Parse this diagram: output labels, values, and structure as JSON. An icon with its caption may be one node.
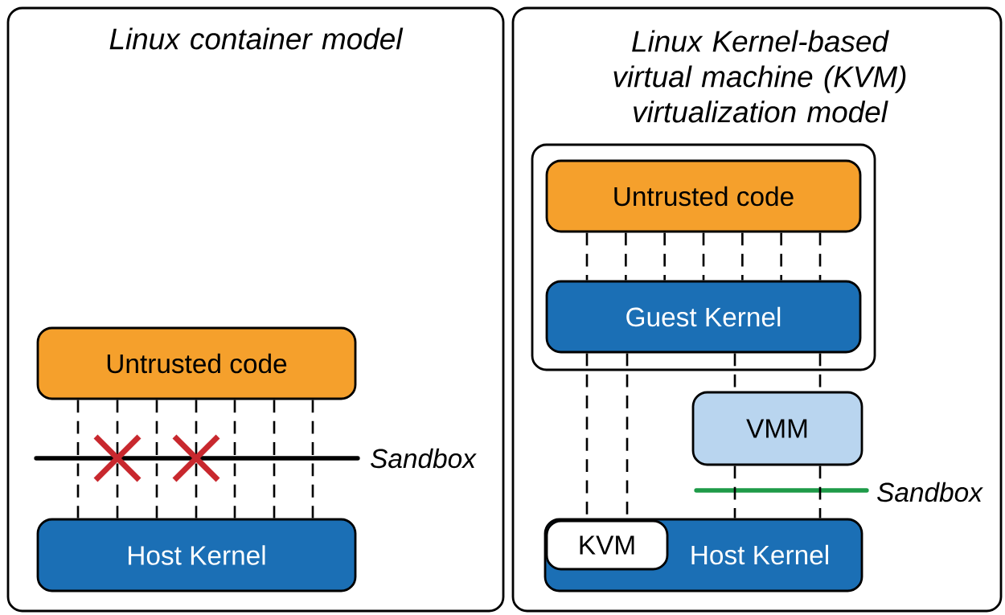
{
  "diagram": {
    "nodes": [
      {
        "text": [
          "Linux container model"
        ]
      },
      {
        "text": [
          "Untrusted code"
        ],
        "in": 0
      },
      {
        "text": [
          "Host Kernel"
        ],
        "in": 0
      },
      {
        "text": [
          "Linux Kernel-based virtual machine (KVM) virtualization model"
        ]
      },
      {
        "text": [],
        "shape": "box",
        "in": 3
      },
      {
        "text": [
          "Untrusted code"
        ],
        "in": 4
      },
      {
        "text": [
          "Guest Kernel"
        ],
        "in": 4
      },
      {
        "text": [
          "VMM"
        ],
        "in": 3
      },
      {
        "text": [
          "Host Kernel"
        ],
        "in": 3
      },
      {
        "text": [
          "KVM"
        ],
        "in": 8
      }
    ],
    "edges": [
      {
        "from": 1,
        "to": 2,
        "arrow": "none",
        "style": "dashed"
      },
      {
        "from": 1,
        "to": 2,
        "arrow": "none",
        "style": "dashed"
      },
      {
        "from": 1,
        "to": 2,
        "arrow": "none",
        "style": "dashed"
      },
      {
        "from": 1,
        "to": 2,
        "arrow": "none",
        "style": "dashed"
      },
      {
        "from": 1,
        "to": 2,
        "arrow": "none",
        "style": "dashed"
      },
      {
        "from": 1,
        "to": 2,
        "arrow": "none",
        "style": "dashed"
      },
      {
        "from": 1,
        "to": 2,
        "arrow": "none",
        "style": "dashed"
      },
      {
        "from": 5,
        "to": 6,
        "arrow": "none",
        "style": "dashed"
      },
      {
        "from": 5,
        "to": 6,
        "arrow": "none",
        "style": "dashed"
      },
      {
        "from": 5,
        "to": 6,
        "arrow": "none",
        "style": "dashed"
      },
      {
        "from": 5,
        "to": 6,
        "arrow": "none",
        "style": "dashed"
      },
      {
        "from": 5,
        "to": 6,
        "arrow": "none",
        "style": "dashed"
      },
      {
        "from": 5,
        "to": 6,
        "arrow": "none",
        "style": "dashed"
      },
      {
        "from": 5,
        "to": 6,
        "arrow": "none",
        "style": "dashed"
      },
      {
        "from": 6,
        "to": 9,
        "arrow": "none",
        "style": "dashed"
      },
      {
        "from": 6,
        "to": 9,
        "arrow": "none",
        "style": "dashed"
      },
      {
        "from": 6,
        "to": 7,
        "arrow": "none",
        "style": "dashed"
      },
      {
        "from": 6,
        "to": 7,
        "arrow": "none",
        "style": "dashed"
      },
      {
        "from": 7,
        "to": 8,
        "arrow": "none",
        "style": "dashed"
      },
      {
        "from": 7,
        "to": 8,
        "arrow": "none",
        "style": "dashed"
      }
    ],
    "labels": [
      "Sandbox",
      "Sandbox"
    ]
  }
}
